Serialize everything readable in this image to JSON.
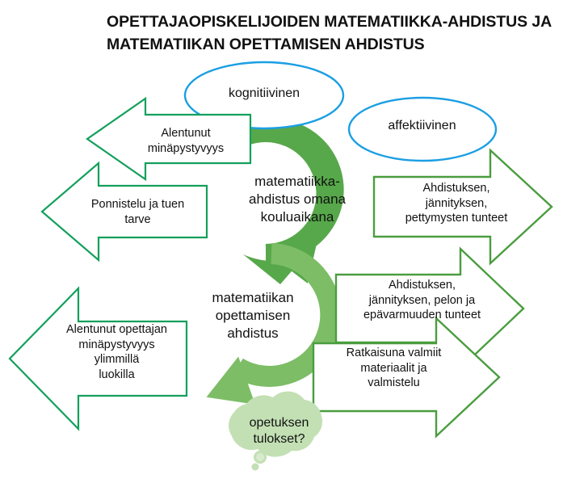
{
  "title": {
    "line1": "OPETTAJAOPISKELIJOIDEN MATEMATIIKKA-AHDISTUS JA",
    "line2": "MATEMATIIKAN OPETTAMISEN AHDISTUS"
  },
  "colors": {
    "ellipse_stroke": "#1b9fe3",
    "arrow_outline_left": "#13a05c",
    "arrow_outline_right": "#4a9d3f",
    "cycle_top_green": "#57a84a",
    "cycle_bottom_green": "#7cbd66",
    "cloud_fill": "#c3e0b4",
    "text": "#111111",
    "background": "#ffffff"
  },
  "ellipses": [
    {
      "id": "kognitiivinen",
      "label": "kognitiivinen"
    },
    {
      "id": "affektiivinen",
      "label": "affektiivinen"
    }
  ],
  "cycles": [
    {
      "id": "cycle-upper",
      "center_label": [
        "matematiikka-",
        "ahdistus omana",
        "kouluaikana"
      ]
    },
    {
      "id": "cycle-lower",
      "center_label": [
        "matematiikan",
        "opettamisen",
        "ahdistus"
      ]
    }
  ],
  "arrows": [
    {
      "id": "alentunut-minapystyvyys",
      "direction": "left",
      "lines": [
        "Alentunut",
        "minäpystyvyys"
      ]
    },
    {
      "id": "ponnistelu-ja-tuen-tarve",
      "direction": "left",
      "lines": [
        "Ponnistelu ja tuen",
        "tarve"
      ]
    },
    {
      "id": "ahdistuksen-jannityksen-pettymysten-tunteet",
      "direction": "right",
      "lines": [
        "Ahdistuksen,",
        "jännityksen,",
        "pettymysten tunteet"
      ]
    },
    {
      "id": "ahdistuksen-jannityksen-pelon-epavarmuuden-tunteet",
      "direction": "right",
      "lines": [
        "Ahdistuksen,",
        "jännityksen, pelon ja",
        "epävarmuuden tunteet"
      ]
    },
    {
      "id": "ratkaisuna-valmiit-materiaalit",
      "direction": "right",
      "lines": [
        "Ratkaisuna valmiit",
        "materiaalit ja",
        "valmistelu"
      ]
    },
    {
      "id": "alentunut-opettajan-minapystyvyys",
      "direction": "left",
      "lines": [
        "Alentunut opettajan",
        "minäpystyvyys",
        "ylimmillä",
        "luokilla"
      ]
    }
  ],
  "cloud": {
    "id": "opetuksen-tulokset",
    "lines": [
      "opetuksen",
      "tulokset?"
    ]
  },
  "labels": {
    "kognitiivinen": "kognitiivinen",
    "affektiivinen": "affektiivinen",
    "core_top_1": "matematiikka-",
    "core_top_2": "ahdistus omana",
    "core_top_3": "kouluaikana",
    "core_bottom_1": "matematiikan",
    "core_bottom_2": "opettamisen",
    "core_bottom_3": "ahdistus",
    "a1_1": "Alentunut",
    "a1_2": "minäpystyvyys",
    "a2_1": "Ponnistelu ja tuen",
    "a2_2": "tarve",
    "a3_1": "Ahdistuksen,",
    "a3_2": "jännityksen,",
    "a3_3": "pettymysten tunteet",
    "a4_1": "Ahdistuksen,",
    "a4_2": "jännityksen, pelon ja",
    "a4_3": "epävarmuuden tunteet",
    "a5_1": "Ratkaisuna valmiit",
    "a5_2": "materiaalit ja",
    "a5_3": "valmistelu",
    "a6_1": "Alentunut opettajan",
    "a6_2": "minäpystyvyys",
    "a6_3": "ylimmillä",
    "a6_4": "luokilla",
    "cloud_1": "opetuksen",
    "cloud_2": "tulokset?"
  }
}
